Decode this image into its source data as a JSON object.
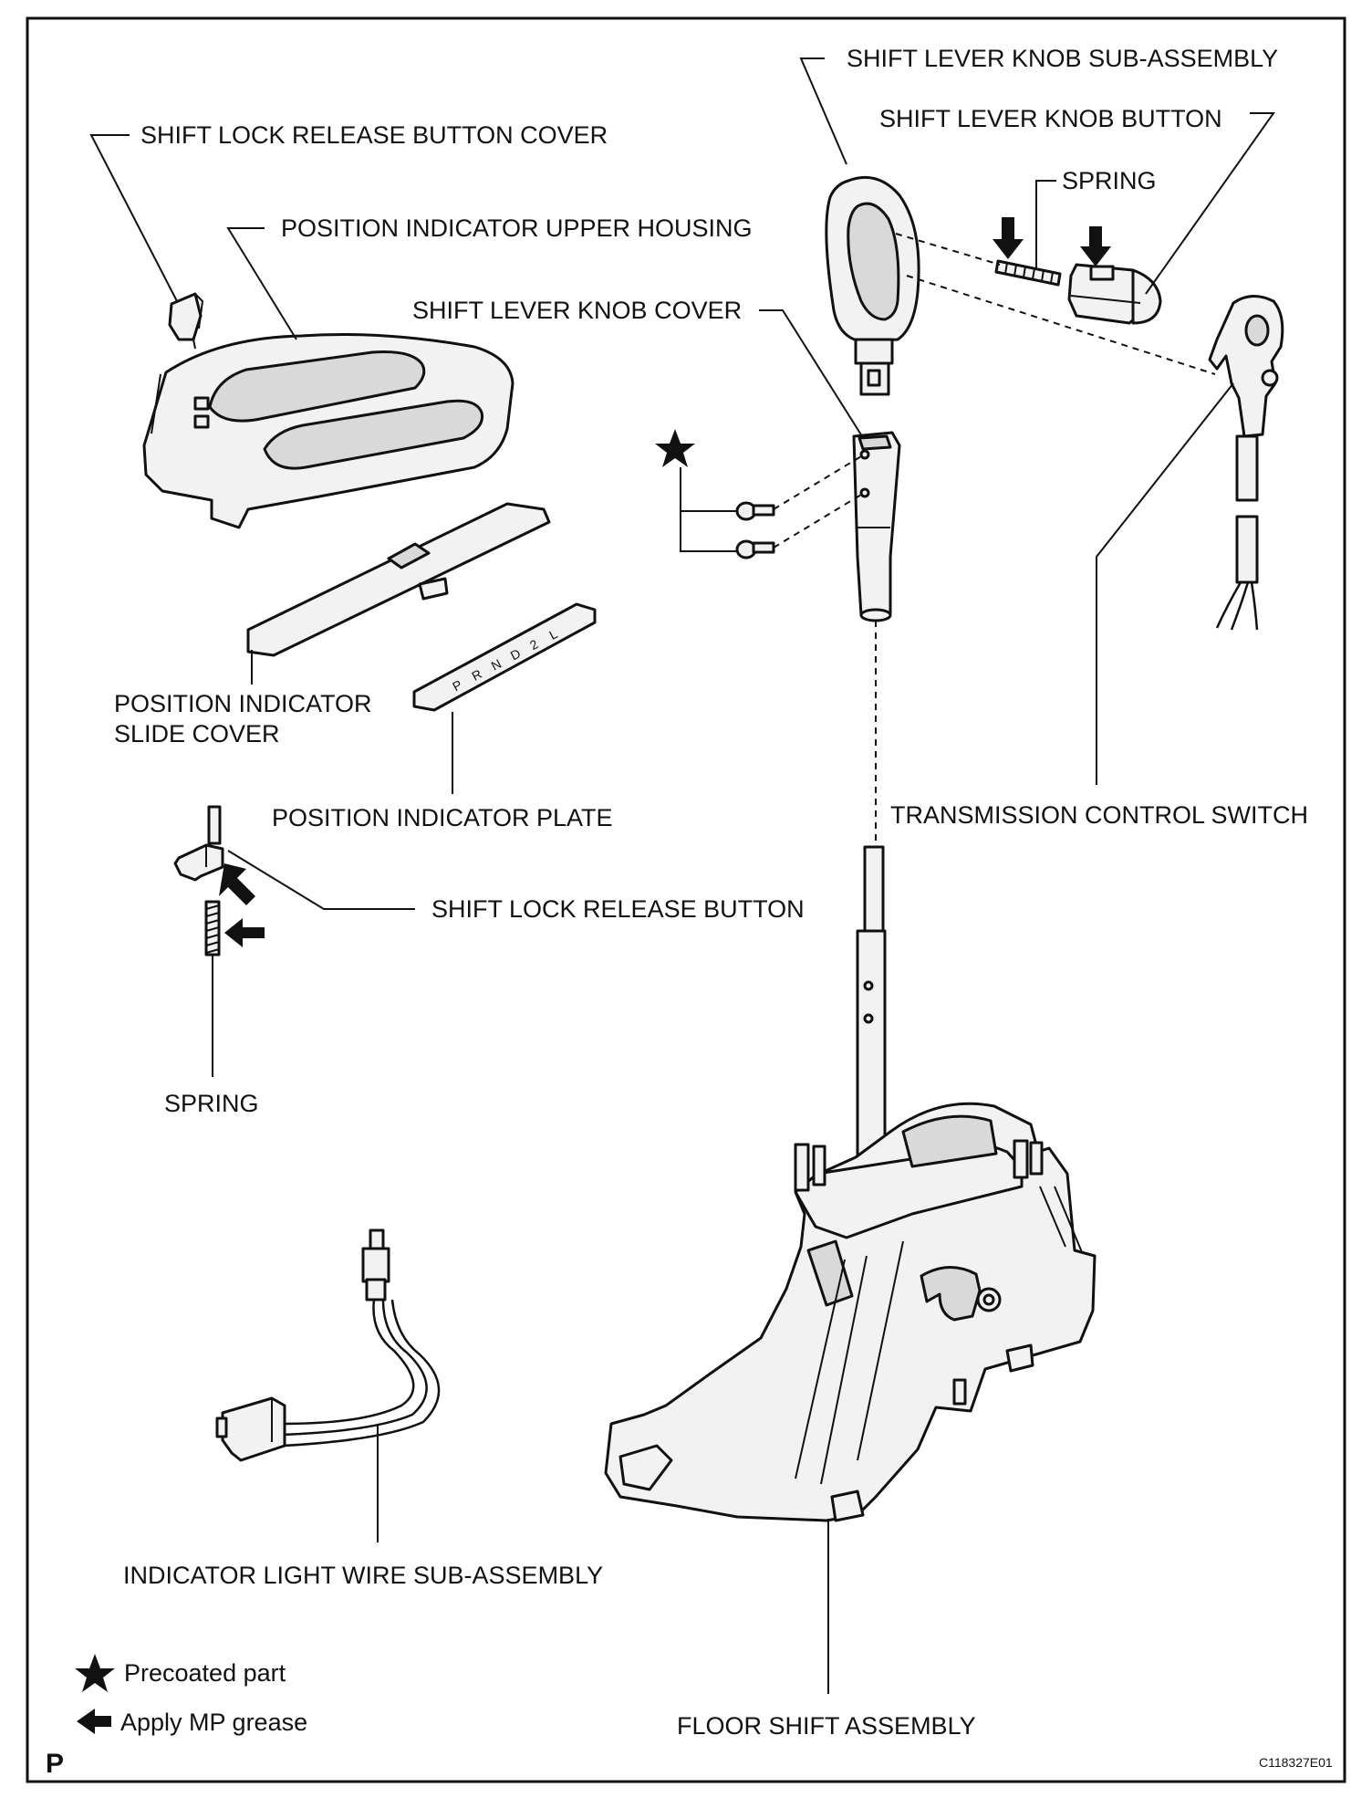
{
  "labels": {
    "shift_lever_knob_sub_assembly": "SHIFT LEVER KNOB SUB-ASSEMBLY",
    "shift_lever_knob_button": "SHIFT LEVER KNOB BUTTON",
    "spring_top": "SPRING",
    "shift_lock_release_button_cover": "SHIFT LOCK RELEASE BUTTON COVER",
    "position_indicator_upper_housing": "POSITION INDICATOR UPPER HOUSING",
    "shift_lever_knob_cover": "SHIFT LEVER KNOB COVER",
    "position_indicator_slide_cover_line1": "POSITION INDICATOR",
    "position_indicator_slide_cover_line2": "SLIDE COVER",
    "position_indicator_plate": "POSITION INDICATOR PLATE",
    "transmission_control_switch": "TRANSMISSION CONTROL SWITCH",
    "shift_lock_release_button": "SHIFT LOCK RELEASE BUTTON",
    "spring_left": "SPRING",
    "indicator_light_wire_sub_assembly": "INDICATOR LIGHT WIRE SUB-ASSEMBLY",
    "floor_shift_assembly": "FLOOR SHIFT ASSEMBLY"
  },
  "plate_letters": [
    "P",
    "R",
    "N",
    "D",
    "2",
    "L"
  ],
  "legend": {
    "precoated": "Precoated part",
    "mp_grease": "Apply MP grease"
  },
  "corner": {
    "page_letter": "P",
    "figure_code": "C118327E01"
  }
}
